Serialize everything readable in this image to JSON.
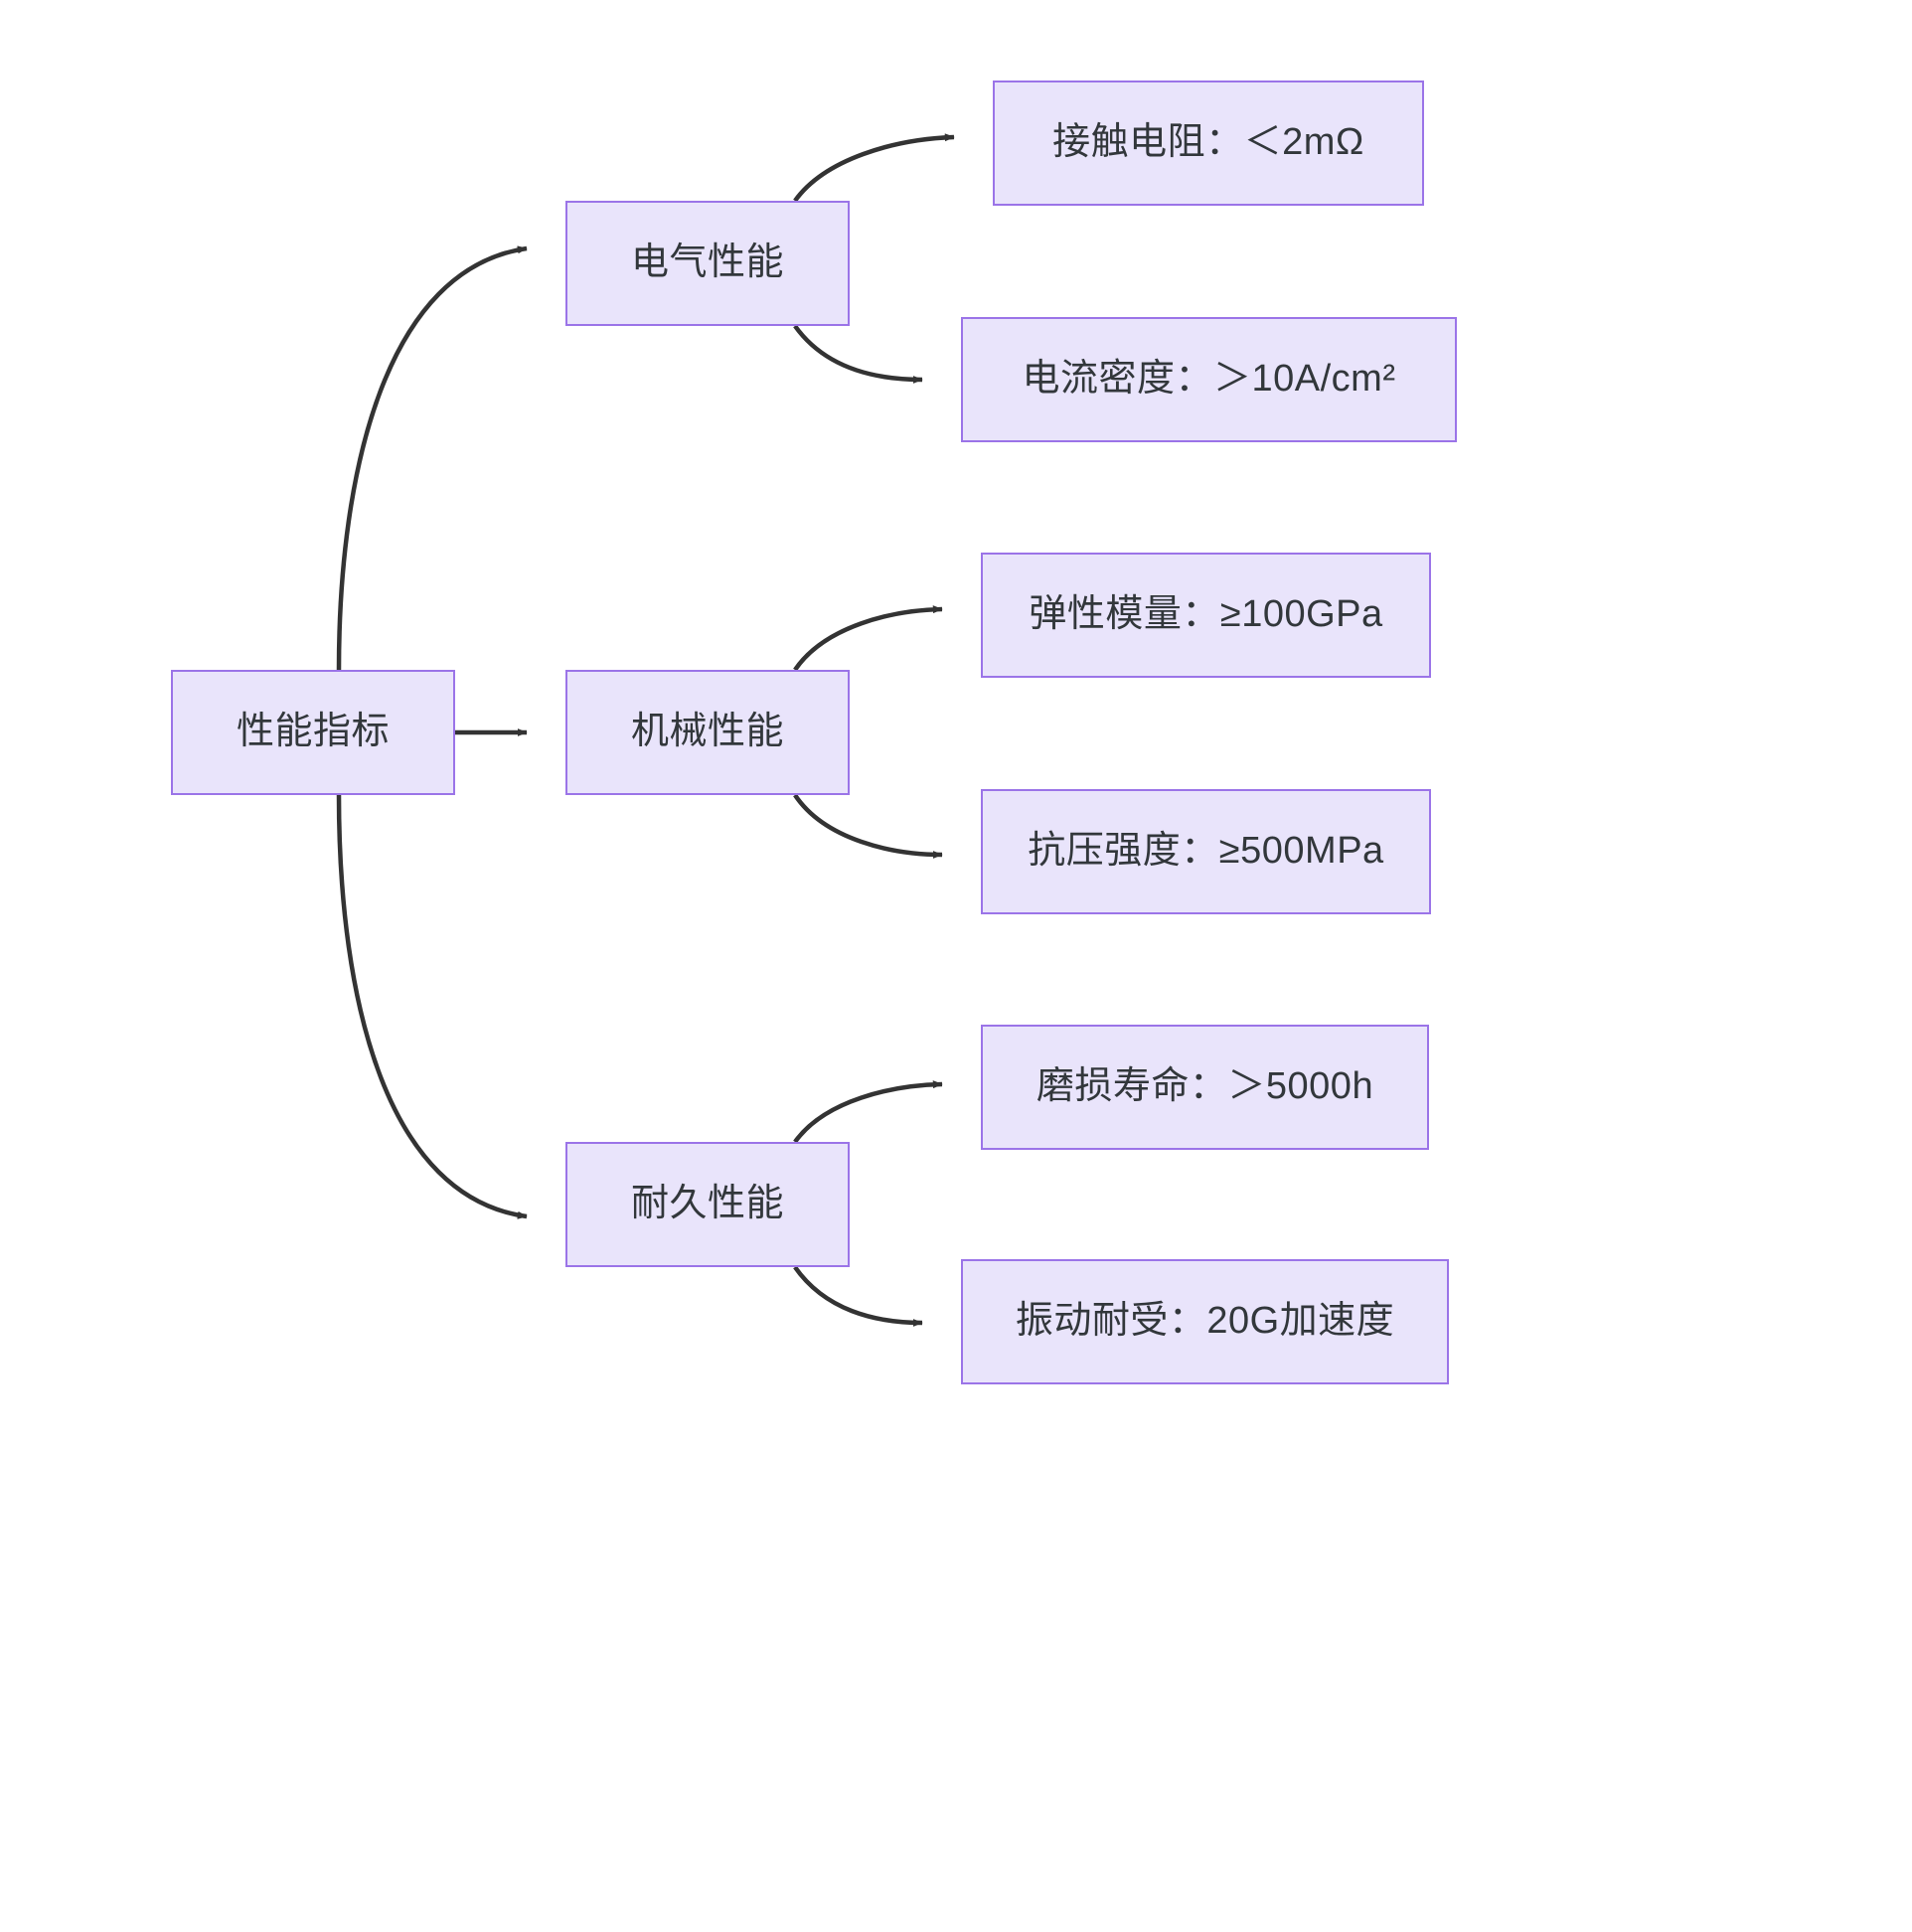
{
  "diagram": {
    "type": "flowchart",
    "direction": "left-to-right",
    "theme": {
      "node_fill": "#e9e4fb",
      "node_border": "#9b74e8",
      "text_color": "#32373b",
      "edge_color": "#333333",
      "background": "#ffffff"
    },
    "nodes": {
      "root": {
        "label": "性能指标"
      },
      "electrical": {
        "label": "电气性能"
      },
      "mechanical": {
        "label": "机械性能"
      },
      "durability": {
        "label": "耐久性能"
      },
      "contact_resistance": {
        "label": "接触电阻：＜2mΩ"
      },
      "current_density": {
        "label": "电流密度：＞10A/cm²"
      },
      "elastic_modulus": {
        "label": "弹性模量：≥100GPa"
      },
      "compressive_strength": {
        "label": "抗压强度：≥500MPa"
      },
      "wear_life": {
        "label": "磨损寿命：＞5000h"
      },
      "vibration": {
        "label": "振动耐受：20G加速度"
      }
    },
    "edges": [
      {
        "from": "root",
        "to": "electrical",
        "style": "curved",
        "arrow": "triangle"
      },
      {
        "from": "root",
        "to": "mechanical",
        "style": "straight",
        "arrow": "triangle"
      },
      {
        "from": "root",
        "to": "durability",
        "style": "curved",
        "arrow": "triangle"
      },
      {
        "from": "electrical",
        "to": "contact_resistance",
        "style": "curved",
        "arrow": "triangle"
      },
      {
        "from": "electrical",
        "to": "current_density",
        "style": "curved",
        "arrow": "triangle"
      },
      {
        "from": "mechanical",
        "to": "elastic_modulus",
        "style": "curved",
        "arrow": "triangle"
      },
      {
        "from": "mechanical",
        "to": "compressive_strength",
        "style": "curved",
        "arrow": "triangle"
      },
      {
        "from": "durability",
        "to": "wear_life",
        "style": "curved",
        "arrow": "triangle"
      },
      {
        "from": "durability",
        "to": "vibration",
        "style": "curved",
        "arrow": "triangle"
      }
    ]
  }
}
